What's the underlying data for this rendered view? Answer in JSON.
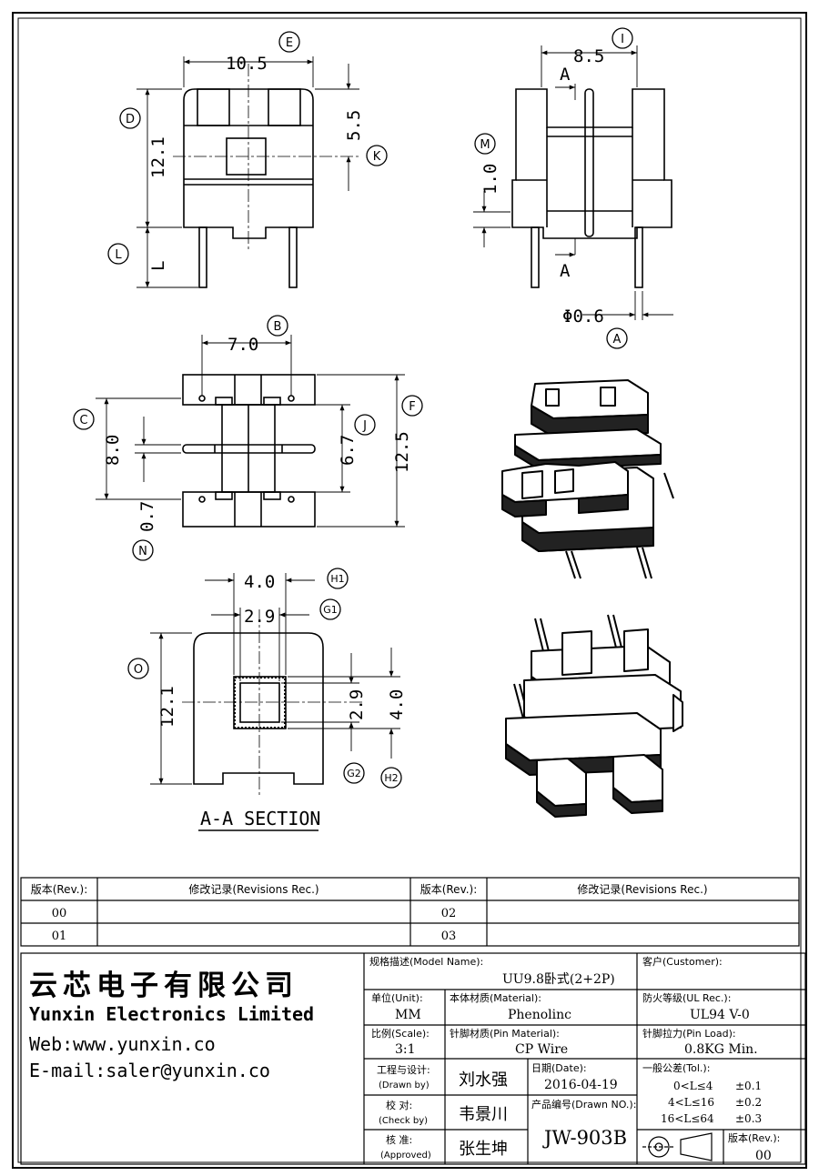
{
  "dimensions": {
    "front_width": "10.5",
    "front_height": "12.1",
    "front_upper": "5.5",
    "front_pin_len": "L",
    "side_width": "8.5",
    "side_height": "1.0",
    "side_section_top": "A",
    "side_section_bottom": "A",
    "pin_diameter": "Φ0.6",
    "top_pin_pitch": "7.0",
    "top_height": "8.0",
    "top_core": "6.7",
    "top_total": "12.5",
    "top_slot": "0.7",
    "sec_outer_w": "4.0",
    "sec_inner_w": "2.9",
    "sec_height": "12.1",
    "sec_inner_h": "2.9",
    "sec_outer_h": "4.0",
    "section_title": "A-A SECTION"
  },
  "callouts": {
    "A": "A",
    "B": "B",
    "C": "C",
    "D": "D",
    "E": "E",
    "F": "F",
    "G1": "G1",
    "G2": "G2",
    "H1": "H1",
    "H2": "H2",
    "I": "I",
    "J": "J",
    "K": "K",
    "L": "L",
    "M": "M",
    "N": "N",
    "O": "O"
  },
  "revisions": {
    "rev_header": "版本(Rev.):",
    "rec_header": "修改记录(Revisions Rec.)",
    "rows_left": [
      "00",
      "01"
    ],
    "rows_right": [
      "02",
      "03"
    ]
  },
  "company": {
    "name_cn": "云芯电子有限公司",
    "name_en": "Yunxin Electronics Limited",
    "web": "Web:www.yunxin.co",
    "email": "E-mail:saler@yunxin.co"
  },
  "titleblock": {
    "model_label": "规格描述(Model Name):",
    "model_value": "UU9.8卧式(2+2P)",
    "customer_label": "客户(Customer):",
    "customer_value": "",
    "unit_label": "单位(Unit):",
    "unit_value": "MM",
    "material_label": "本体材质(Material):",
    "material_value": "Phenolinc",
    "ul_label": "防火等级(UL Rec.):",
    "ul_value": "UL94 V-0",
    "scale_label": "比例(Scale):",
    "scale_value": "3:1",
    "pin_material_label": "针脚材质(Pin Material):",
    "pin_material_value": "CP Wire",
    "pin_load_label": "针脚拉力(Pin Load):",
    "pin_load_value": "0.8KG Min.",
    "drawn_label_cn": "工程与设计:",
    "drawn_label_en": "(Drawn by)",
    "drawn_value": "刘水强",
    "date_label": "日期(Date):",
    "date_value": "2016-04-19",
    "tol_label": "一般公差(Tol.):",
    "tol_rows": [
      {
        "range": "0<L≤4",
        "tol": "±0.1"
      },
      {
        "range": "4<L≤16",
        "tol": "±0.2"
      },
      {
        "range": "16<L≤64",
        "tol": "±0.3"
      }
    ],
    "check_label_cn": "校  对:",
    "check_label_en": "(Check by)",
    "check_value": "韦景川",
    "drawn_no_label": "产品编号(Drawn NO.):",
    "drawn_no_value": "JW-903B",
    "approve_label_cn": "核  准:",
    "approve_label_en": "(Approved)",
    "approve_value": "张生坤",
    "rev_label": "版本(Rev.):",
    "rev_value": "00"
  }
}
